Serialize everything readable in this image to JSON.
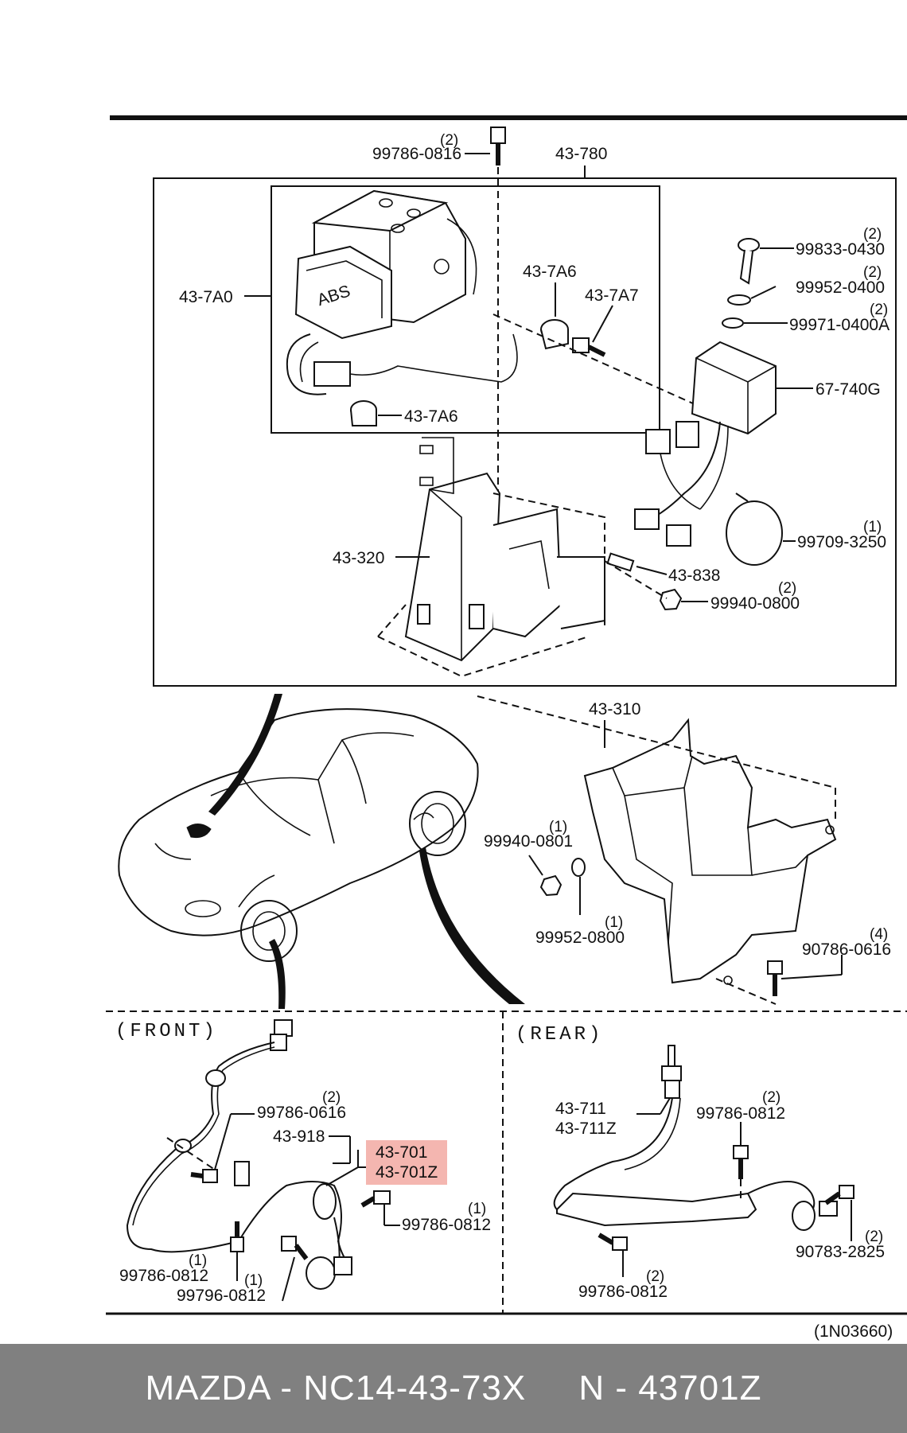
{
  "labels": {
    "p_99786_0816": "99786-0816",
    "q_99786_0816": "(2)",
    "p_43_780": "43-780",
    "p_43_7A0": "43-7A0",
    "abs": "ABS",
    "p_43_7A6_a": "43-7A6",
    "p_43_7A7": "43-7A7",
    "p_43_7A6_b": "43-7A6",
    "p_99833_0430": "99833-0430",
    "q_99833_0430": "(2)",
    "p_99952_0400": "99952-0400",
    "q_99952_0400": "(2)",
    "p_99971_0400A": "99971-0400A",
    "q_99971_0400A": "(2)",
    "p_67_740G": "67-740G",
    "p_43_320": "43-320",
    "p_99709_3250": "99709-3250",
    "q_99709_3250": "(1)",
    "p_43_838": "43-838",
    "p_99940_0800": "99940-0800",
    "q_99940_0800": "(2)",
    "p_43_310": "43-310",
    "p_99940_0801": "99940-0801",
    "q_99940_0801": "(1)",
    "p_99952_0800": "99952-0800",
    "q_99952_0800": "(1)",
    "p_90786_0616": "90786-0616",
    "q_90786_0616": "(4)",
    "front": "(FRONT)",
    "rear": "(REAR)",
    "p_99786_0616": "99786-0616",
    "q_99786_0616": "(2)",
    "p_43_918": "43-918",
    "p_43_701": "43-701",
    "p_43_701Z": "43-701Z",
    "p_99786_0812_f1": "99786-0812",
    "q_99786_0812_f1": "(1)",
    "p_99786_0812_f2": "99786-0812",
    "q_99786_0812_f2": "(1)",
    "p_99796_0812": "99796-0812",
    "q_99796_0812": "(1)",
    "p_43_711": "43-711",
    "p_43_711Z": "43-711Z",
    "p_99786_0812_r1": "99786-0812",
    "q_99786_0812_r1": "(2)",
    "p_90783_2825": "90783-2825",
    "q_90783_2825": "(2)",
    "p_99786_0812_r2": "99786-0812",
    "q_99786_0812_r2": "(2)",
    "drawing_no": "(1N03660)"
  },
  "highlight_color": "#f4b6b0",
  "footer": {
    "text": "MAZDA - NC14-43-73X     N - 43701Z",
    "background": "#808080",
    "color": "#ffffff"
  }
}
